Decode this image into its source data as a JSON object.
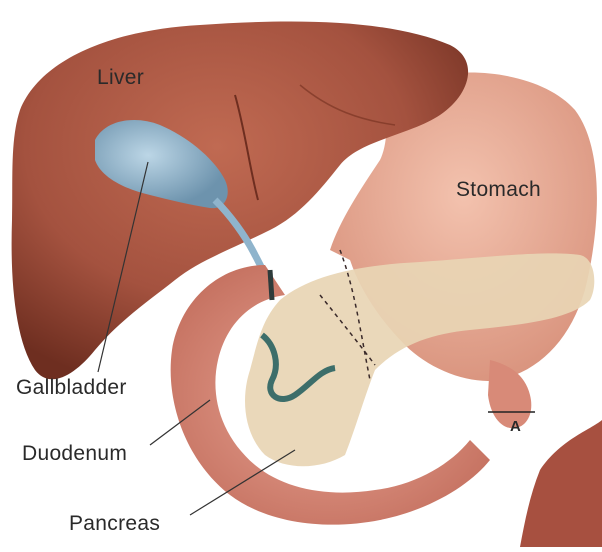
{
  "labels": {
    "liver": "Liver",
    "stomach": "Stomach",
    "gallbladder": "Gallbladder",
    "duodenum": "Duodenum",
    "pancreas": "Pancreas",
    "marker_a": "A"
  },
  "colors": {
    "liver": "#a4523f",
    "liver_shade": "#7a3424",
    "stomach": "#e2a08c",
    "gallbladder": "#8fb4cc",
    "duodenum": "#d98c7e",
    "pancreas": "#e8d5b4",
    "duct": "#3d6e6a",
    "label_text": "#2a2a2a"
  }
}
